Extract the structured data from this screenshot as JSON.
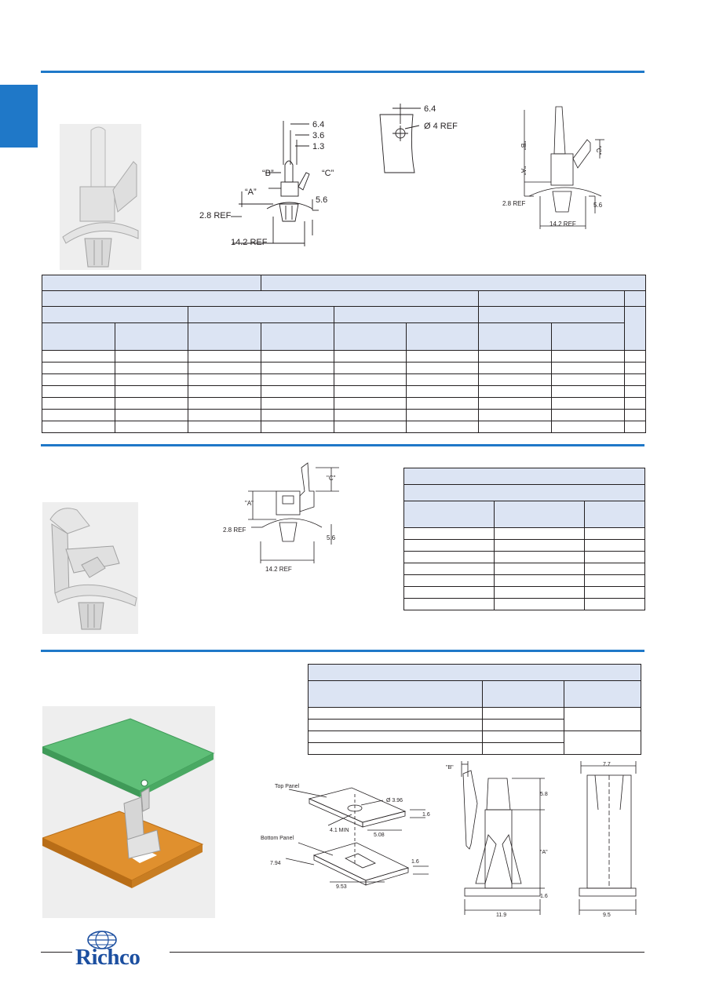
{
  "drawing_top": {
    "dim_6_4": "6.4",
    "dim_3_6": "3.6",
    "dim_1_3": "1.3",
    "label_b": "“B”",
    "label_c": "“C”",
    "label_a": "“A”",
    "dim_5_6": "5.6",
    "dim_2_8_ref": "2.8 REF",
    "dim_14_2_ref": "14.2 REF"
  },
  "drawing_hole": {
    "dim_6_4": "6.4",
    "dim_hole": "Ø 4 REF"
  },
  "drawing_right": {
    "label_b": "\"B\"",
    "label_c": "\"C\"",
    "label_a": "\"A\"",
    "dim_2_8_ref": "2.8 REF",
    "dim_5_6": "5.6",
    "dim_14_2_ref": "14.2 REF"
  },
  "drawing_mid": {
    "label_c": "\"C\"",
    "label_a": "\"A\"",
    "dim_2_8_ref": "2.8 REF",
    "dim_5_6": "5.6",
    "dim_14_2_ref": "14.2 REF"
  },
  "drawing_panels": {
    "top_panel": "Top Panel",
    "bottom_panel": "Bottom Panel",
    "dia": "Ø 3.96",
    "dim_1_6a": "1.6",
    "dim_4_1_min": "4.1 MIN",
    "dim_5_08": "5.08",
    "dim_7_94": "7.94",
    "dim_1_6b": "1.6",
    "dim_9_53": "9.53"
  },
  "drawing_bottom_side": {
    "label_b": "\"B\"",
    "dim_5_8": "5.8",
    "label_a": "\"A\"",
    "dim_1_6": "1.6",
    "dim_11_9": "11.9"
  },
  "drawing_bottom_front": {
    "dim_7_7": "7.7",
    "dim_9_5": "9.5"
  },
  "logo": {
    "text": "Richco"
  },
  "colors": {
    "accent_blue": "#1f78c8",
    "table_header": "#dce4f3",
    "green_panel": "#5fbf78",
    "orange_panel": "#e0902e"
  }
}
